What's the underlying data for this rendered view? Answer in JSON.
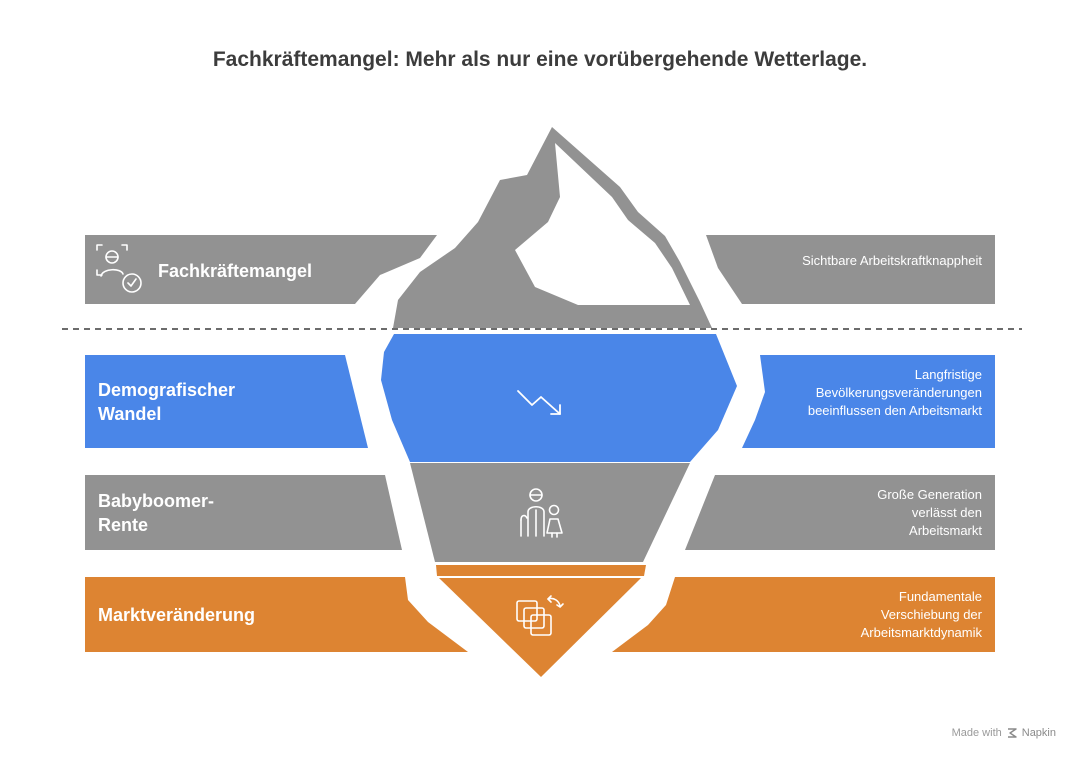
{
  "title": "Fachkräftemangel: Mehr als nur eine vorübergehende Wetterlage.",
  "layers": [
    {
      "label": "Fachkräftemangel",
      "description": "Sichtbare Arbeitskraftknappheit",
      "color": "#929292",
      "icon": "person-check-icon"
    },
    {
      "label": "Demografischer Wandel",
      "description": "Langfristige Bevölkerungsveränderungen beeinflussen den Arbeitsmarkt",
      "color": "#4a86e8",
      "icon": "trend-down-arrow-icon"
    },
    {
      "label": "Babyboomer-Rente",
      "description": "Große Generation verlässt den Arbeitsmarkt",
      "color": "#929292",
      "icon": "elderly-and-child-icon"
    },
    {
      "label": "Marktveränderung",
      "description": "Fundamentale Verschiebung der Arbeitsmarktdynamik",
      "color": "#dd8432",
      "icon": "squares-exchange-icon"
    }
  ],
  "colors": {
    "gray": "#929292",
    "blue": "#4a86e8",
    "orange": "#dd8432",
    "white": "#ffffff",
    "title": "#3c3c3c"
  },
  "watermark": {
    "prefix": "Made with",
    "brand": "Napkin"
  }
}
